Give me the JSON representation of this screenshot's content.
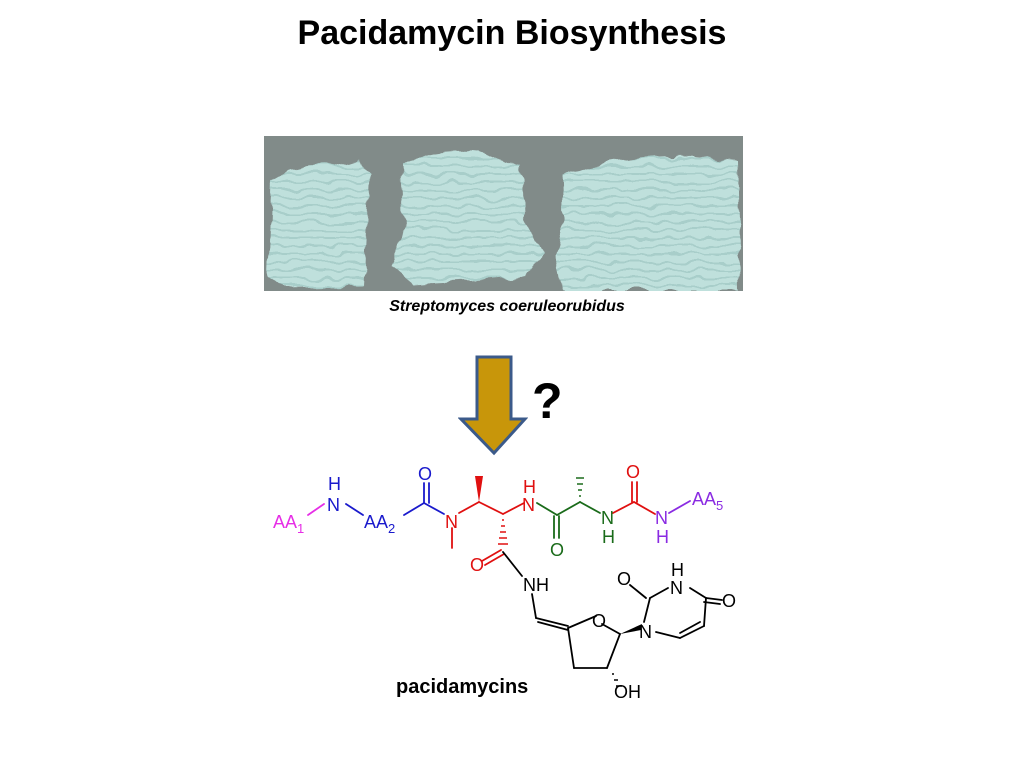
{
  "slide": {
    "title": "Pacidamycin Biosynthesis",
    "photo_caption": "Streptomyces coeruleorubidus",
    "question_mark": "?",
    "compound_label": "pacidamycins"
  },
  "structure_labels": {
    "aa1": "AA",
    "aa1_sub": "1",
    "aa2": "AA",
    "aa2_sub": "2",
    "aa5": "AA",
    "aa5_sub": "5",
    "h": "H",
    "n": "N",
    "o": "O",
    "nh": "NH",
    "oh": "OH"
  },
  "colors": {
    "arrow_fill": "#c8960a",
    "arrow_stroke": "#3b5a8a",
    "magenta": "#e62ee6",
    "blue": "#1a1acc",
    "red": "#e01010",
    "green": "#1a6b1a",
    "purple": "#8a2be2",
    "black": "#000000"
  }
}
